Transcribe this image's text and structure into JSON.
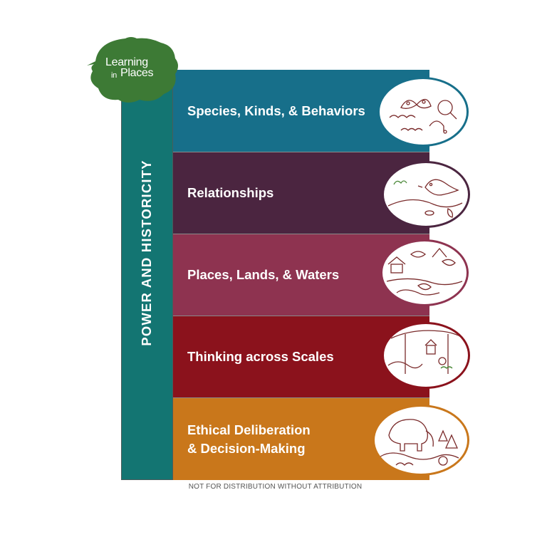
{
  "logo": {
    "line1": "Learning",
    "line2_small": "in",
    "line2": "Places"
  },
  "sidebar": {
    "label": "POWER AND HISTORICITY"
  },
  "bands": [
    {
      "label": "Species, Kinds, & Behaviors",
      "color": "#176f8a",
      "oval_border": "#176f8a",
      "illustration": "moth-caterpillar-magnifier-icon"
    },
    {
      "label": "Relationships",
      "color": "#4b2540",
      "oval_border": "#4b2540",
      "illustration": "bird-caterpillar-branch-icon"
    },
    {
      "label": "Places, Lands, & Waters",
      "color": "#8e3350",
      "oval_border": "#8e3350",
      "illustration": "landscape-scenes-icon"
    },
    {
      "label": "Thinking across Scales",
      "color": "#8b121c",
      "oval_border": "#8b121c",
      "illustration": "forest-birdhouse-icon"
    },
    {
      "label_line1": "Ethical Deliberation",
      "label_line2": "& Decision-Making",
      "color": "#c9771b",
      "oval_border": "#c9771b",
      "illustration": "mammoth-decision-icon"
    }
  ],
  "footer": {
    "text": "NOT FOR DISTRIBUTION WITHOUT ATTRIBUTION"
  },
  "colors": {
    "logo_leaf": "#3d7a35",
    "sidebar": "#137572",
    "sketch_ink": "#7a2b2b"
  }
}
